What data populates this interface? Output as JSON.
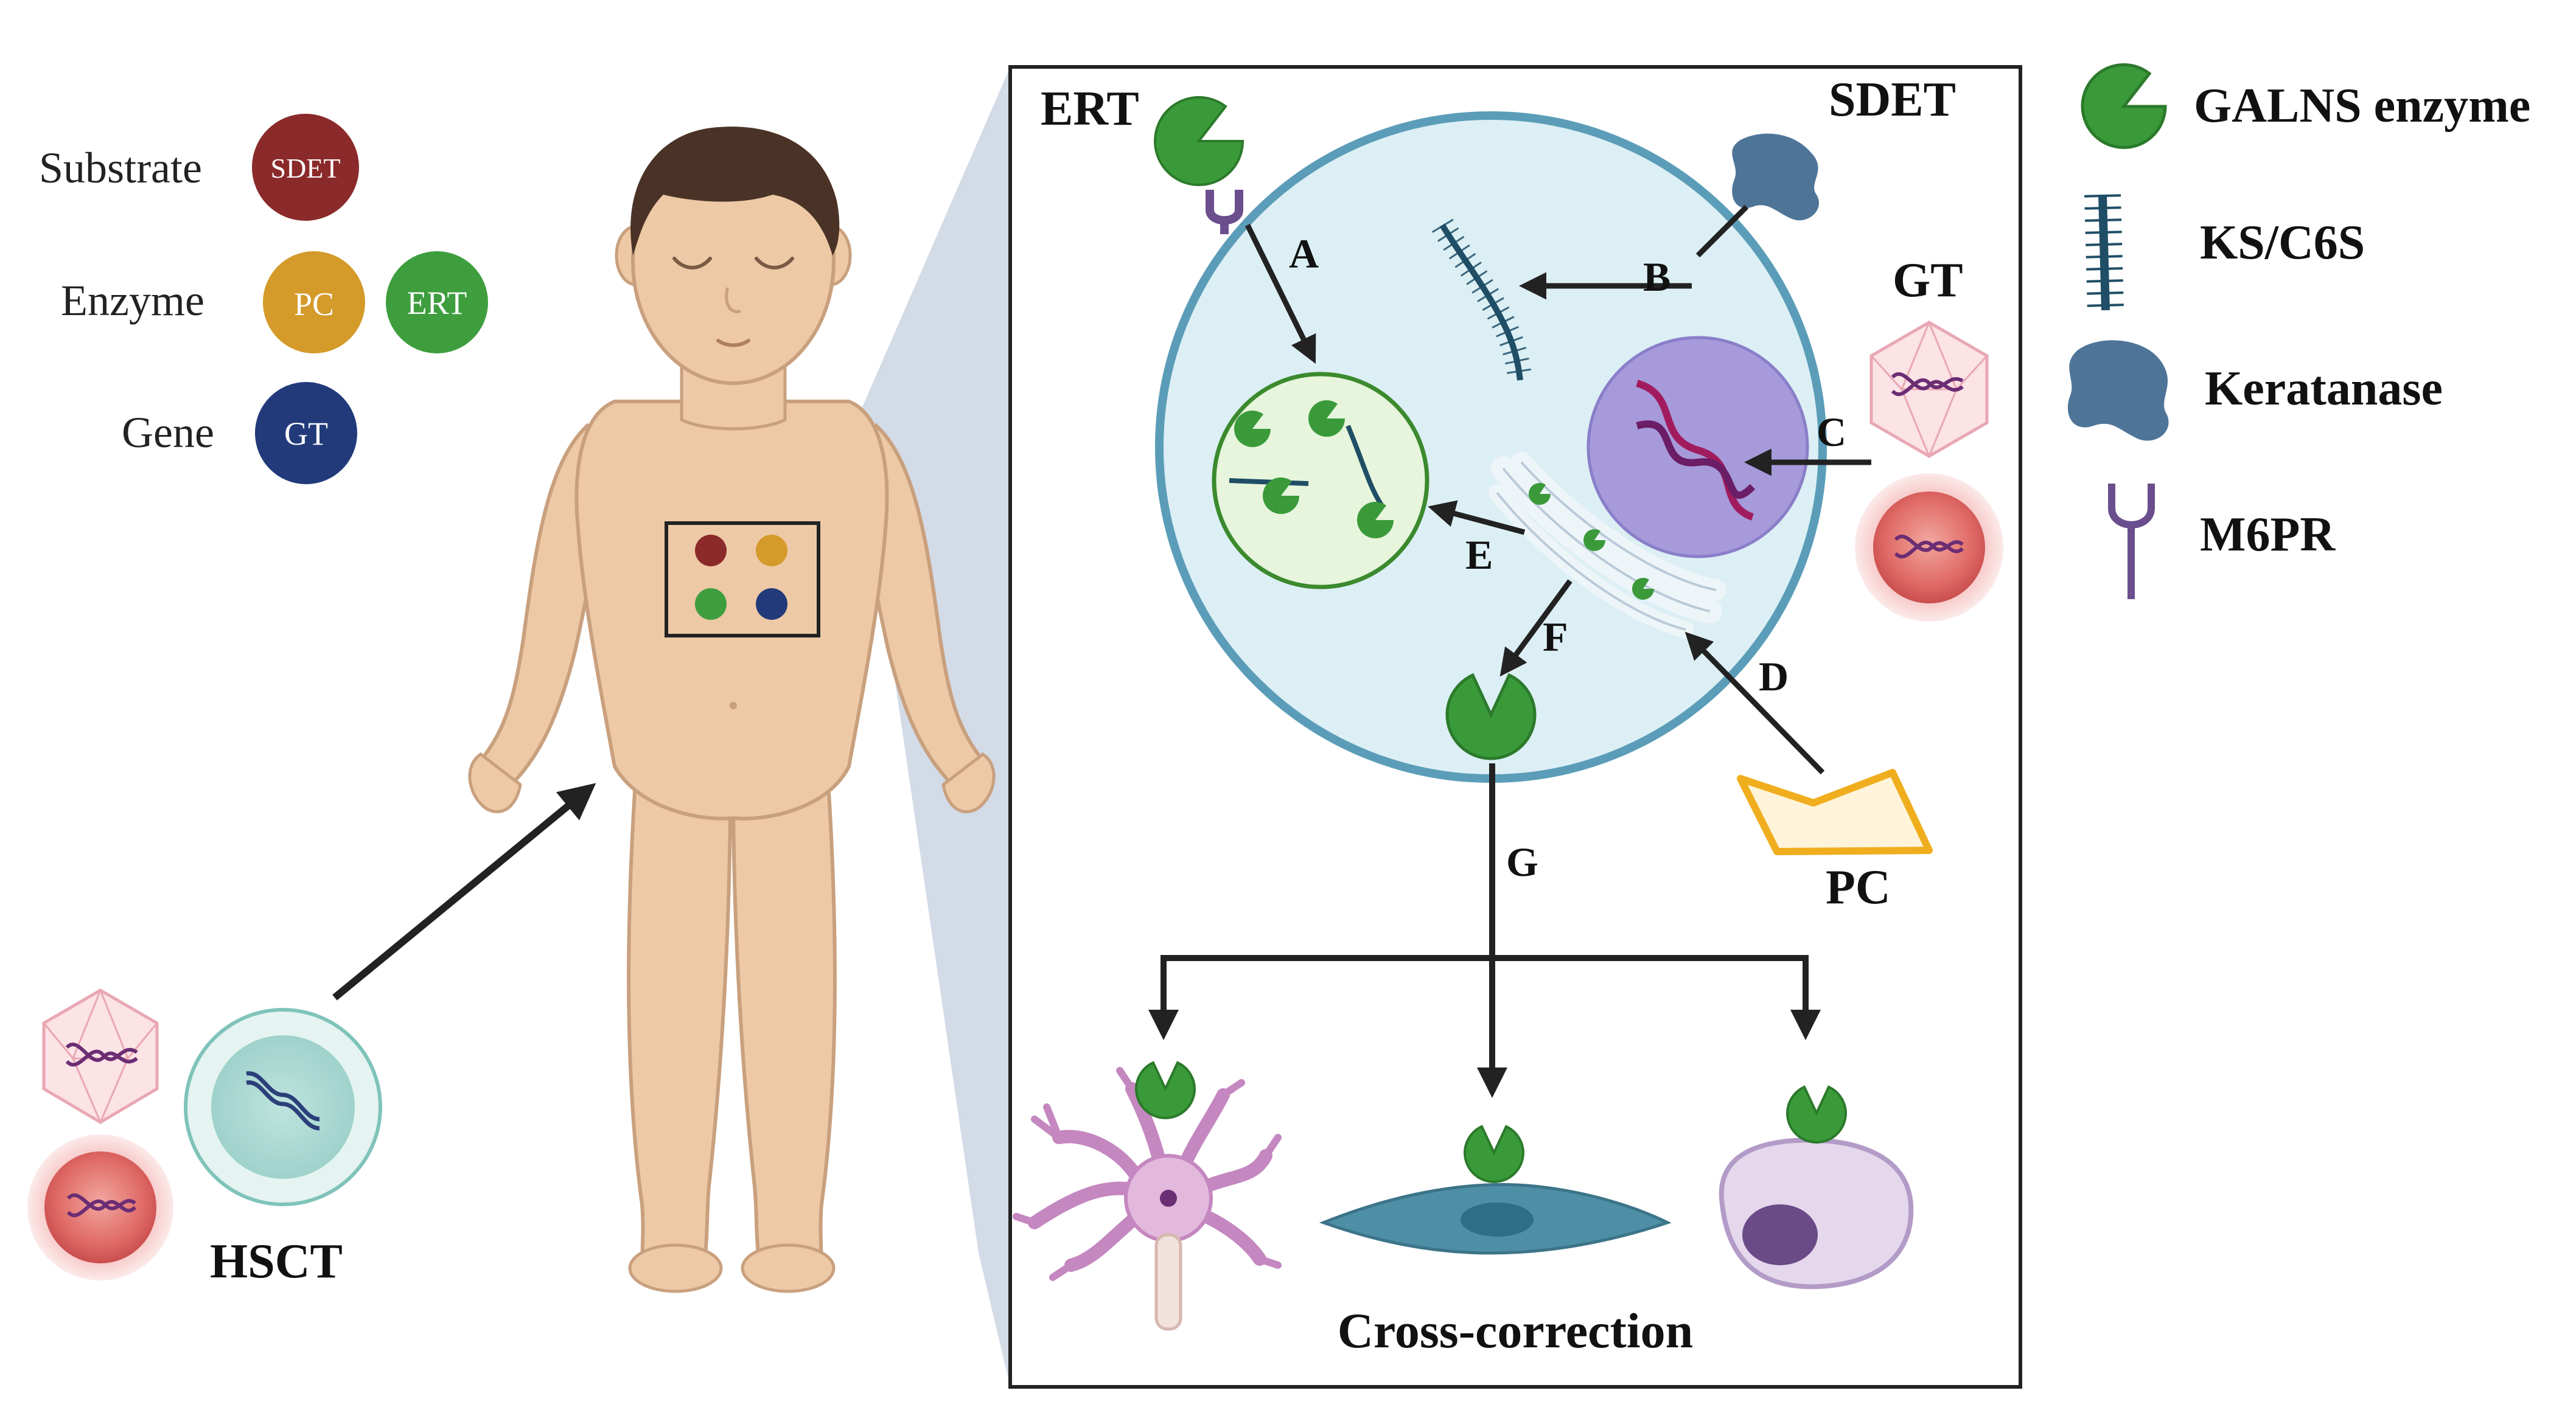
{
  "legend_left": {
    "substrate": {
      "label": "Substrate",
      "badge": "SDET",
      "color": "#8B2A2A"
    },
    "enzyme": {
      "label": "Enzyme",
      "badges": [
        {
          "text": "PC",
          "color": "#D49A2A"
        },
        {
          "text": "ERT",
          "color": "#3E9E3E"
        }
      ]
    },
    "gene": {
      "label": "Gene",
      "badge": "GT",
      "color": "#223A7A"
    }
  },
  "legend_right": {
    "items": [
      {
        "label": "GALNS enzyme",
        "icon": "enzyme-pacman-icon",
        "color": "#3A9A3A"
      },
      {
        "label": "KS/C6S",
        "icon": "glycosaminoglycan-chain-icon",
        "color": "#1F4E66"
      },
      {
        "label": "Keratanase",
        "icon": "keratanase-blob-icon",
        "color": "#4E7598"
      },
      {
        "label": "M6PR",
        "icon": "receptor-icon",
        "color": "#6B4E8E"
      }
    ]
  },
  "therapy_labels": {
    "ert": "ERT",
    "sdet": "SDET",
    "gt": "GT",
    "pc": "PC",
    "hsct": "HSCT",
    "cross_correction": "Cross-correction"
  },
  "pathway_letters": [
    "A",
    "B",
    "C",
    "D",
    "E",
    "F",
    "G"
  ],
  "colors": {
    "cell_fill": "#DCEFF5",
    "cell_stroke": "#5B9DB8",
    "lysosome_fill": "#E6F5DC",
    "lysosome_stroke": "#3B8A2E",
    "nucleus_fill": "#A79ADB",
    "body_skin": "#EDC9A6",
    "hair": "#4A3326",
    "wedge": "#D3DBE7",
    "arrow": "#222222"
  }
}
